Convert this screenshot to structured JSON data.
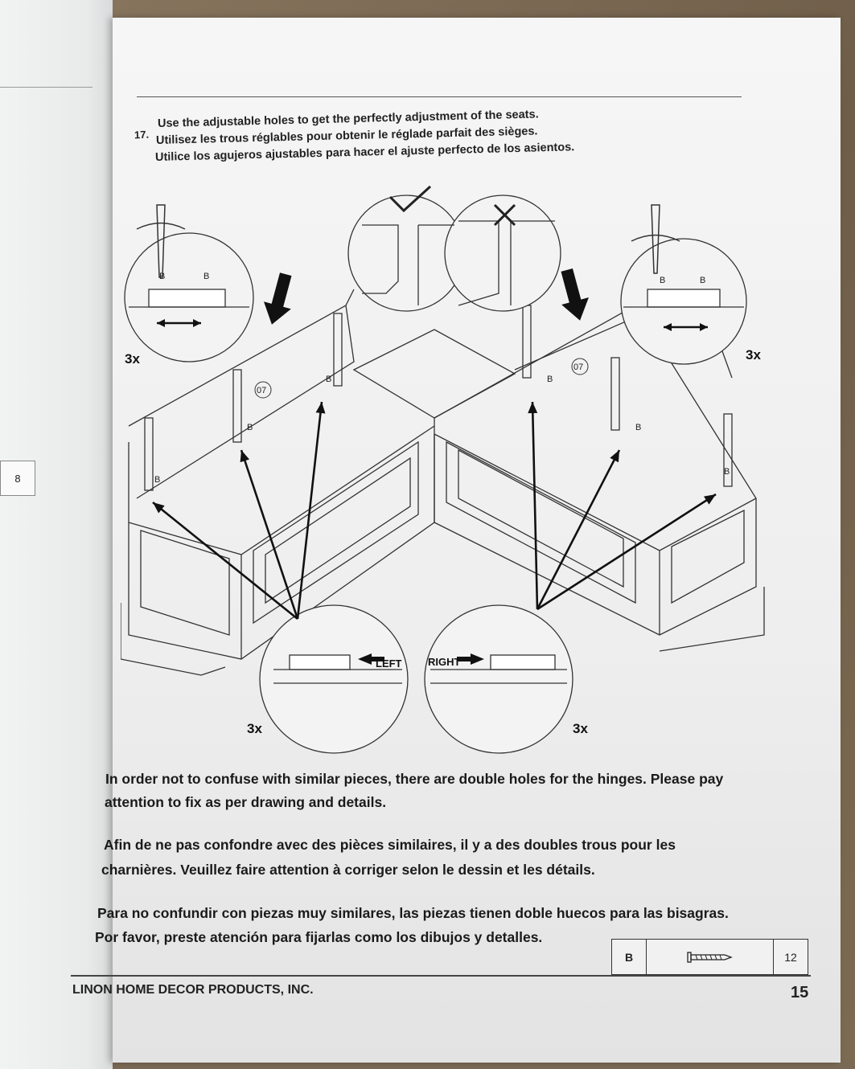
{
  "left_page": {
    "tab_number": "8"
  },
  "step": {
    "number": "17.",
    "lines": [
      "Use the adjustable holes to get the perfectly adjustment of the seats.",
      "Utilisez les trous réglables pour obtenir le réglade parfait des sièges.",
      "Utilice los agujeros ajustables para hacer el ajuste perfecto de los asientos."
    ]
  },
  "drawing": {
    "qty_top_left": "3x",
    "qty_top_right": "3x",
    "qty_bottom_left": "3x",
    "qty_bottom_right": "3x",
    "part_label": "07",
    "hardware_label": "B",
    "left_label": "LEFT",
    "right_label": "RIGHT",
    "correct_mark": "✓",
    "wrong_mark": "X"
  },
  "paragraphs": {
    "en": [
      "In order not to confuse with similar pieces, there are double holes for the hinges. Please pay",
      "attention to fix as per drawing and details."
    ],
    "fr": [
      "Afin de ne pas confondre avec des pièces similaires, il y a des doubles trous pour les",
      "charnières. Veuillez faire attention à corriger selon le dessin et les détails."
    ],
    "es": [
      "Para no confundir con piezas muy similares, las piezas tienen doble huecos para las bisagras.",
      "Por favor, preste atención para fijarlas como los dibujos y detalles."
    ]
  },
  "parts_table": {
    "part": "B",
    "icon": "screw-icon",
    "qty": "12"
  },
  "footer": {
    "company": "LINON HOME DECOR PRODUCTS, INC.",
    "page": "15"
  },
  "colors": {
    "ink": "#222222",
    "paper": "#f0f0f0",
    "table": "#7a6a55"
  }
}
